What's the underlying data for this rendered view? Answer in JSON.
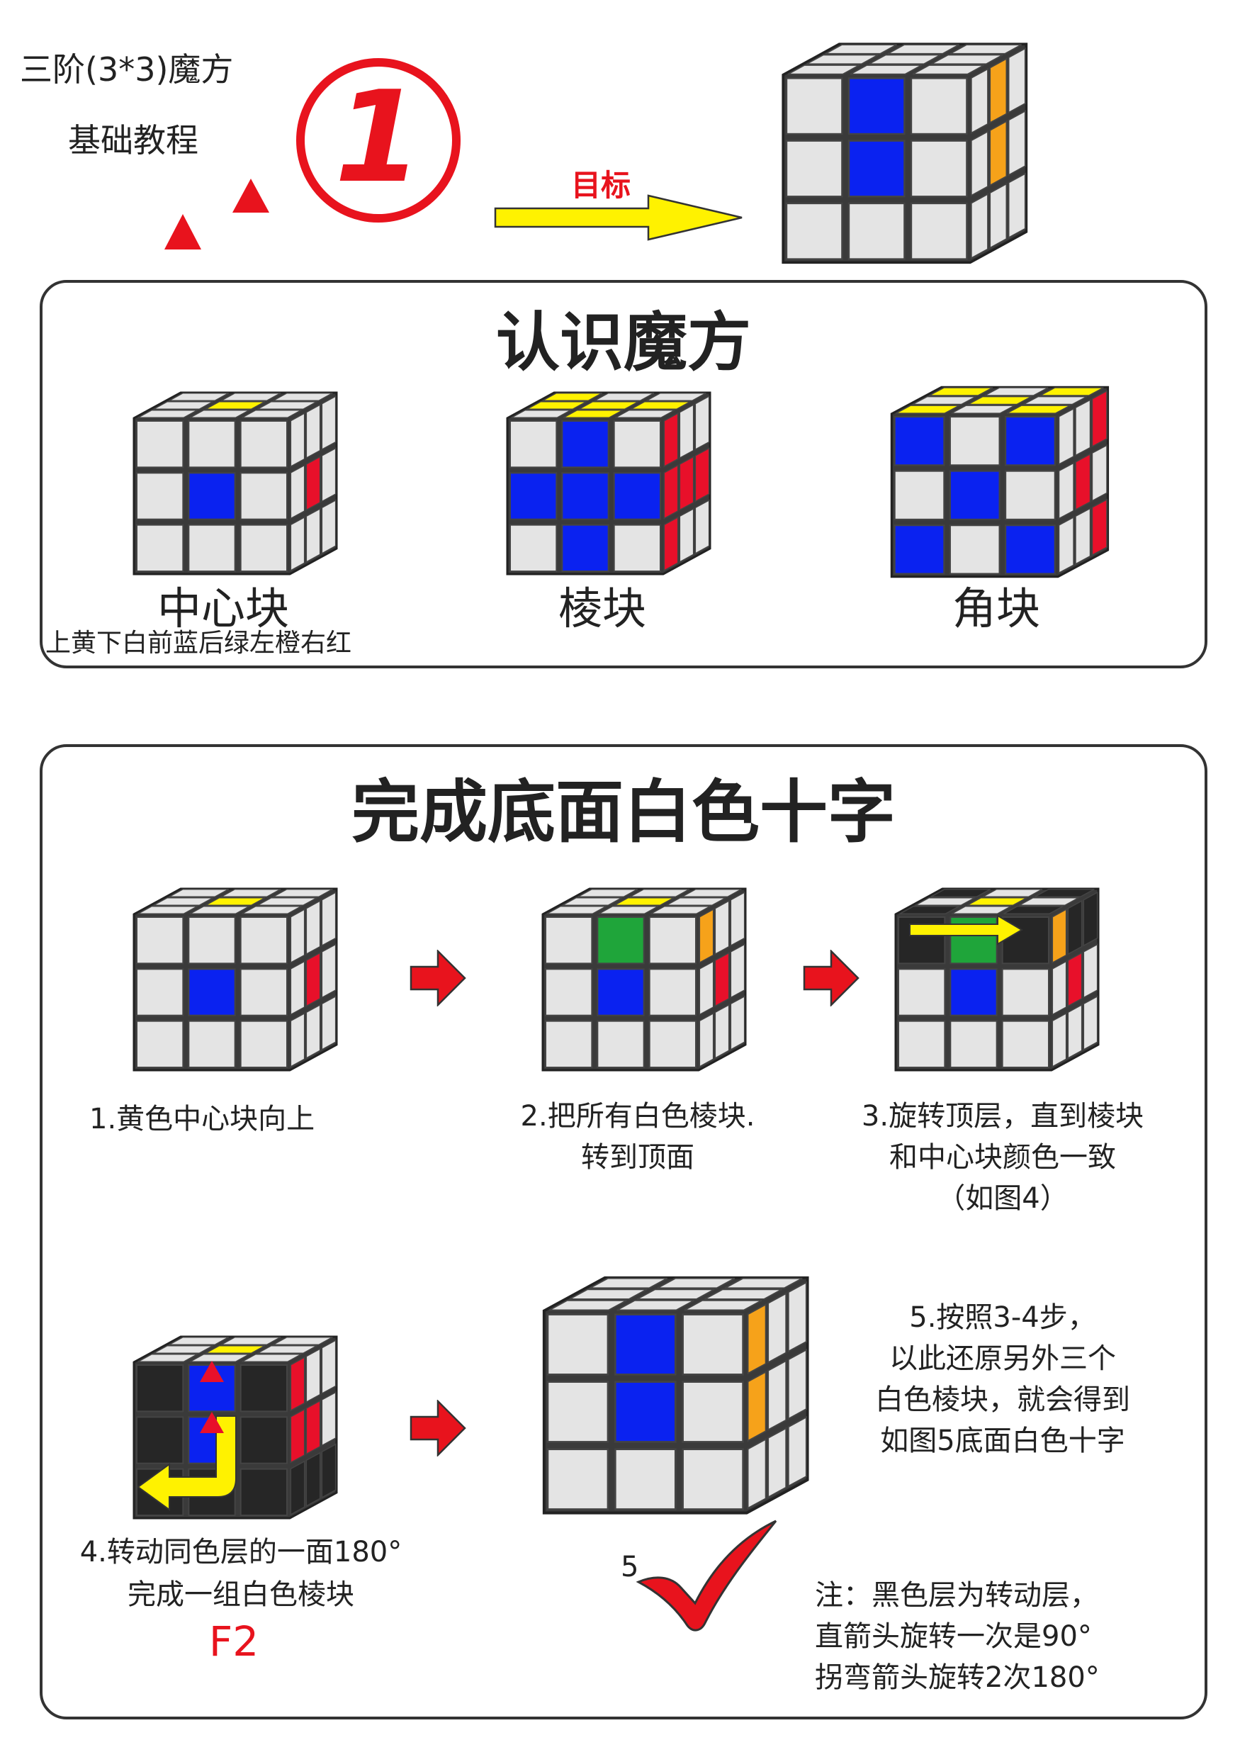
{
  "header": {
    "title_line1": "三阶(3*3)魔方",
    "title_line2": "基础教程",
    "step_number": "1",
    "goal_label": "目标"
  },
  "section1": {
    "title": "认识魔方",
    "labels": [
      "中心块",
      "棱块",
      "角块"
    ],
    "note": "上黄下白前蓝后绿左橙右红"
  },
  "section2": {
    "title": "完成底面白色十字",
    "captions": [
      [
        "1.黄色中心块向上"
      ],
      [
        "2.把所有白色棱块.",
        "转到顶面"
      ],
      [
        "3.旋转顶层，直到棱块",
        "和中心块颜色一致",
        "（如图4）"
      ],
      [
        "4.转动同色层的一面180°",
        "完成一组白色棱块"
      ],
      [
        "5.按照3-4步，",
        "以此还原另外三个",
        "白色棱块，就会得到",
        "如图5底面白色十字"
      ]
    ],
    "move_notation": "F2",
    "figure5_label": "5",
    "note_lines": [
      "注：黑色层为转动层，",
      "直箭头旋转一次是90°",
      "拐弯箭头旋转2次180°"
    ]
  },
  "colors": {
    "white": "#e4e4e4",
    "blue": "#0a22f0",
    "red": "#e8102a",
    "yellow": "#fff200",
    "orange": "#f6a21a",
    "green": "#1fa53a",
    "black": "#262626",
    "accent_red": "#e8131d"
  }
}
